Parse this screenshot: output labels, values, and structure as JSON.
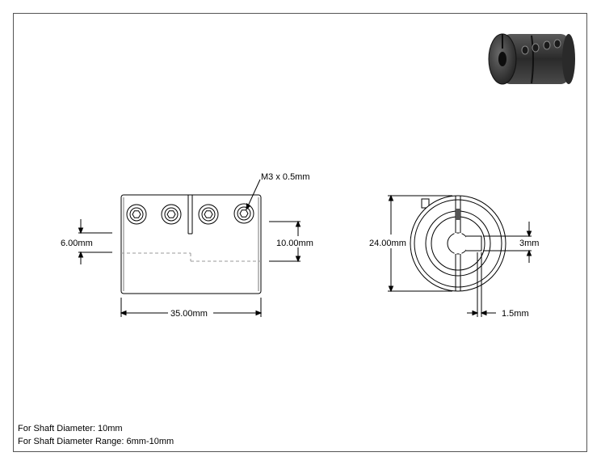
{
  "drawing": {
    "callouts": {
      "thread": "M3 x 0.5mm",
      "bore_small": "6.00mm",
      "bore_large": "10.00mm",
      "length": "35.00mm",
      "outer_diameter": "24.00mm",
      "keyway_height": "3mm",
      "keyway_depth": "1.5mm"
    },
    "notes": {
      "shaft_diameter": "For Shaft Diameter: 10mm",
      "shaft_range": "For Shaft Diameter Range: 6mm-10mm"
    },
    "colors": {
      "line": "#000000",
      "body_shade": "#3a3a3a",
      "frame": "#555555"
    }
  }
}
